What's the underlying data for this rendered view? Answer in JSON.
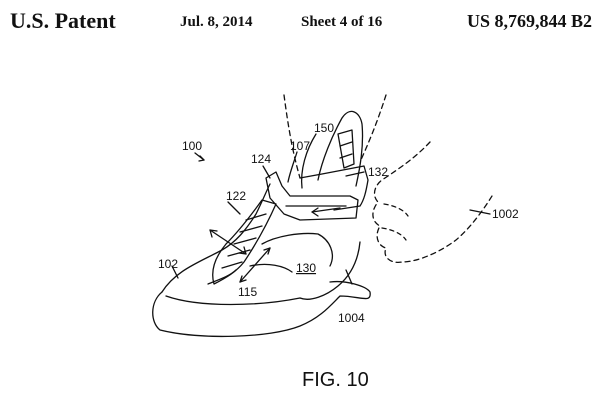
{
  "header": {
    "title": "U.S. Patent",
    "date": "Jul. 8, 2014",
    "sheet": "Sheet 4 of 16",
    "number": "US 8,769,844 B2"
  },
  "figure": {
    "caption": "FIG. 10",
    "refs": {
      "r100": "100",
      "r102": "102",
      "r107": "107",
      "r115": "115",
      "r122": "122",
      "r124": "124",
      "r130": "130",
      "r132": "132",
      "r150": "150",
      "r1002": "1002",
      "r1004": "1004"
    }
  }
}
